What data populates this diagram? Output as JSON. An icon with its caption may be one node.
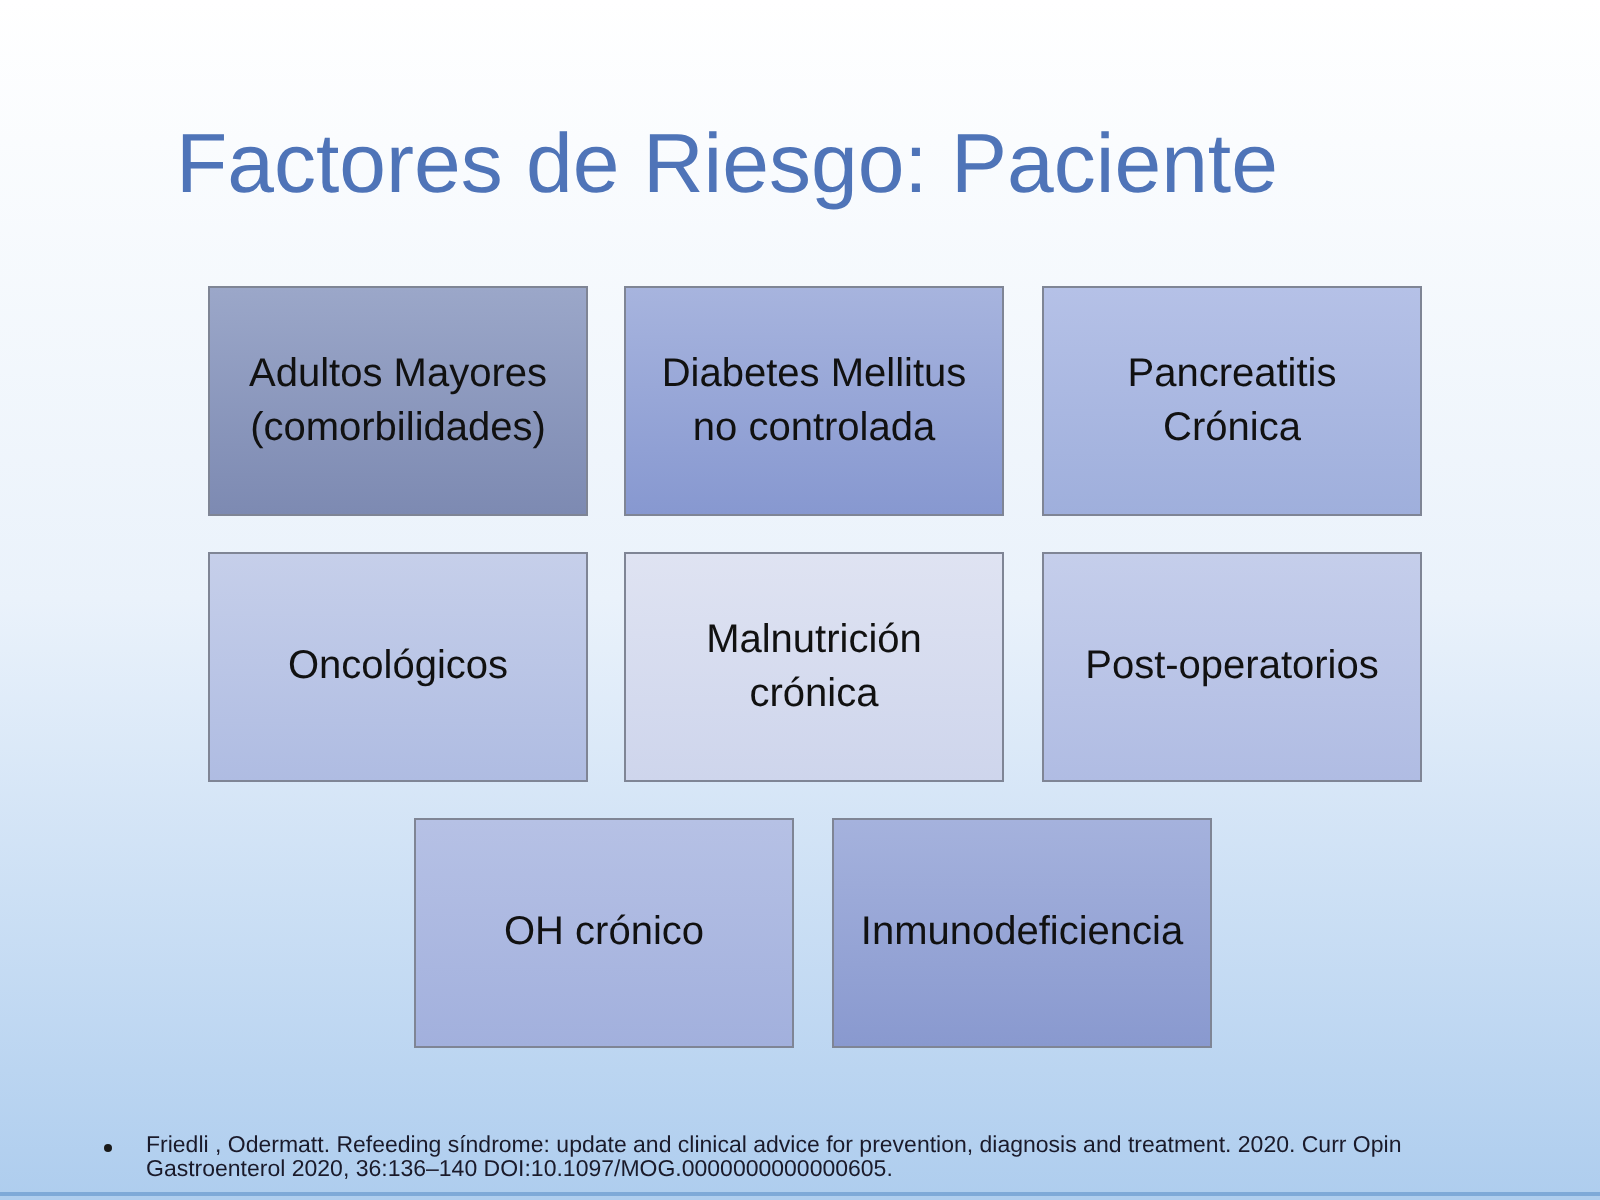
{
  "diagram": {
    "title": "Factores de Riesgo: Paciente",
    "nodes": [
      {
        "text": [
          "Adultos Mayores (comorbilidades)"
        ]
      },
      {
        "text": [
          "Diabetes Mellitus no controlada"
        ]
      },
      {
        "text": [
          "Pancreatitis Crónica"
        ]
      },
      {
        "text": [
          "Oncológicos"
        ]
      },
      {
        "text": [
          "Malnutrición crónica"
        ]
      },
      {
        "text": [
          "Post-operatorios"
        ]
      },
      {
        "text": [
          "OH crónico"
        ]
      },
      {
        "text": [
          "Inmunodeficiencia"
        ]
      }
    ],
    "labels": [
      "Friedli , Odermatt. Refeeding síndrome: update and clinical advice for prevention, diagnosis and treatment. 2020. Curr Opin Gastroenterol 2020, 36:136–140 DOI:10.1097/MOG.0000000000000605."
    ]
  }
}
